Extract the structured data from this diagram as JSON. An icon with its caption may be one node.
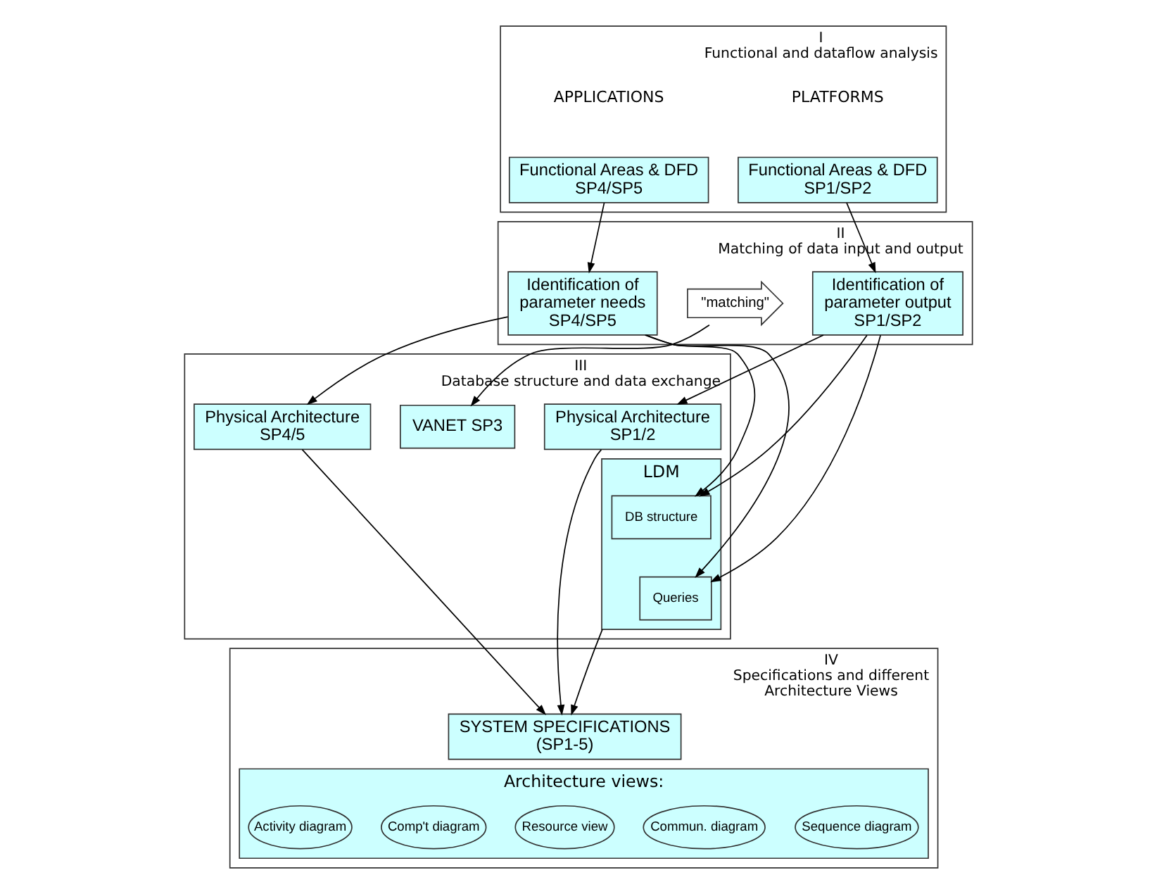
{
  "diagram": {
    "nodes": [
      {
        "text": [
          "I",
          "Functional and dataflow analysis"
        ]
      },
      {
        "text": [
          "Functional Areas & DFD SP1/SP2"
        ],
        "in": 0
      },
      {
        "text": [
          "Functional Areas & DFD SP4/SP5"
        ],
        "in": 0
      },
      {
        "text": [
          "II",
          "Matching of data input and output"
        ]
      },
      {
        "text": [
          "Identification of parameter output SP1/SP2"
        ],
        "in": 3
      },
      {
        "text": [
          "\"matching\""
        ],
        "in": 3
      },
      {
        "text": [
          "Identification of parameter needs SP4/SP5"
        ],
        "in": 3
      },
      {
        "text": [
          "III",
          "Database structure and data exchange"
        ]
      },
      {
        "text": [
          "Physical Architecture SP1/2"
        ],
        "in": 7
      },
      {
        "text": [
          "VANET SP3"
        ],
        "in": 7
      },
      {
        "text": [
          "LDM"
        ],
        "in": 7
      },
      {
        "text": [
          "DB structure"
        ],
        "in": 10
      },
      {
        "text": [
          "Queries"
        ],
        "in": 10
      },
      {
        "text": [
          "Physical Architecture SP4/5"
        ],
        "in": 7
      },
      {
        "text": [
          "IV",
          "Specifications and different Architecture Views"
        ]
      },
      {
        "text": [
          "SYSTEM SPECIFICATIONS (SP1-5)"
        ],
        "in": 14
      },
      {
        "text": [
          "Architecture views:"
        ],
        "in": 14
      },
      {
        "text": [
          "Activity diagram"
        ],
        "in": 16
      },
      {
        "text": [
          "Comp't diagram"
        ],
        "in": 16
      },
      {
        "text": [
          "Resource view"
        ],
        "in": 16
      },
      {
        "text": [
          "Commun. diagram"
        ],
        "in": 16
      },
      {
        "text": [
          "Sequence diagram"
        ],
        "in": 16
      }
    ],
    "edges": [
      {
        "from": 1,
        "to": 4,
        "arrow": "to"
      },
      {
        "from": 2,
        "to": 6,
        "arrow": "to"
      },
      {
        "from": 5,
        "to": 9,
        "arrow": "to"
      },
      {
        "from": 4,
        "to": 8,
        "arrow": "to"
      },
      {
        "from": 4,
        "to": 11,
        "arrow": "to"
      },
      {
        "from": 4,
        "to": 12,
        "arrow": "to"
      },
      {
        "from": 6,
        "to": 11,
        "arrow": "to"
      },
      {
        "from": 6,
        "to": 12,
        "arrow": "to"
      },
      {
        "from": 6,
        "to": 13,
        "arrow": "to"
      },
      {
        "from": 8,
        "to": 15,
        "arrow": "to"
      },
      {
        "from": 10,
        "to": 15,
        "arrow": "to"
      },
      {
        "from": 13,
        "to": 15,
        "arrow": "to"
      }
    ],
    "labels": [
      "PLATFORMS",
      "APPLICATIONS"
    ]
  }
}
